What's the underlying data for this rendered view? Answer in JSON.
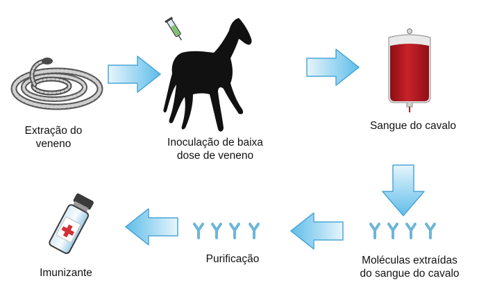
{
  "steps": [
    {
      "id": "snake",
      "label_lines": [
        "Extração do",
        "veneno"
      ],
      "icon": "snake-icon"
    },
    {
      "id": "horse",
      "label_lines": [
        "Inoculação de baixa",
        "dose de veneno"
      ],
      "icon": "horse-with-syringe-icon"
    },
    {
      "id": "blood",
      "label_lines": [
        "Sangue do cavalo"
      ],
      "icon": "blood-bag-icon"
    },
    {
      "id": "molecules",
      "label_lines": [
        "Moléculas extraídas",
        "do sangue do cavalo"
      ],
      "icon": "antibodies-icon"
    },
    {
      "id": "purification",
      "label_lines": [
        "Purificação"
      ],
      "icon": "purified-antibodies-icon"
    },
    {
      "id": "immunizer",
      "label_lines": [
        "Imunizante"
      ],
      "icon": "vial-icon"
    }
  ],
  "flow": [
    "snake",
    "horse",
    "blood",
    "molecules",
    "purification",
    "immunizer"
  ],
  "colors": {
    "arrow_light": "#dcf1fb",
    "arrow_dark": "#6fc6ec",
    "arrow_outline": "#4aa6d6",
    "antibody": "#6cb6d8",
    "blood": "#b81c22",
    "silhouette": "#111111",
    "text": "#111111"
  }
}
